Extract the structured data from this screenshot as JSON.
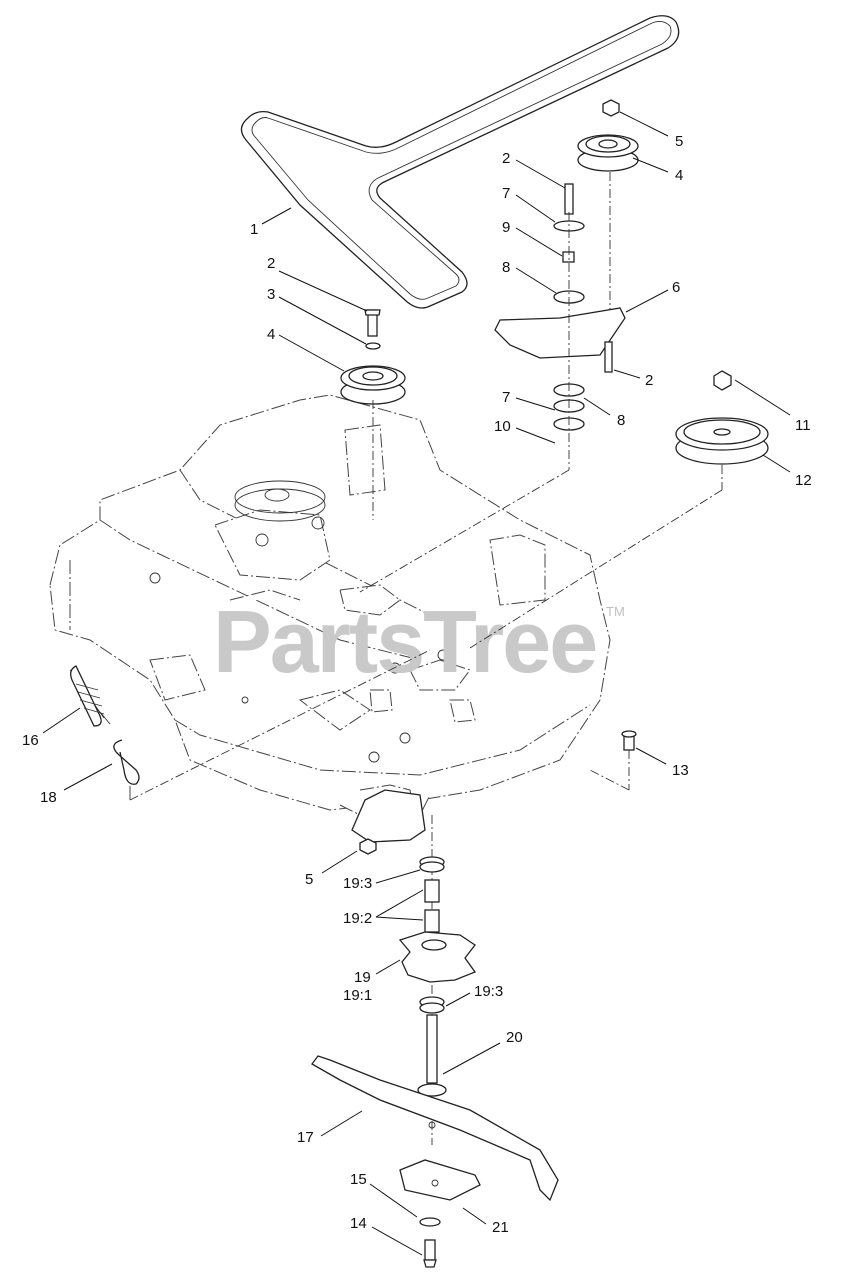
{
  "watermark": {
    "text": "PartsTree",
    "trademark": "TM"
  },
  "callouts": {
    "c1": "1",
    "c2a": "2",
    "c2b": "2",
    "c2c": "2",
    "c3": "3",
    "c4a": "4",
    "c4b": "4",
    "c5a": "5",
    "c5b": "5",
    "c6": "6",
    "c7a": "7",
    "c7b": "7",
    "c8a": "8",
    "c8b": "8",
    "c9": "9",
    "c10": "10",
    "c11": "11",
    "c12": "12",
    "c13": "13",
    "c14": "14",
    "c15": "15",
    "c16": "16",
    "c17": "17",
    "c18": "18",
    "c19": "19",
    "c19_1": "19:1",
    "c19_2": "19:2",
    "c19_3a": "19:3",
    "c19_3b": "19:3",
    "c20": "20",
    "c21": "21"
  }
}
